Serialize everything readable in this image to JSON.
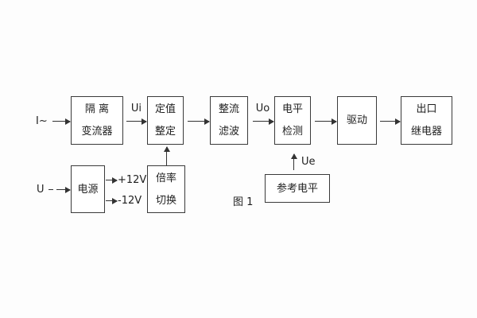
{
  "figure": {
    "caption": "图 1"
  },
  "blocks": {
    "isolation_transformer": {
      "line1": "隔 离",
      "line2": "变流器"
    },
    "setting_adjust": {
      "line1": "定值",
      "line2": "整定"
    },
    "rectifier_filter": {
      "line1": "整流",
      "line2": "滤波"
    },
    "level_detection": {
      "line1": "电平",
      "line2": "检测"
    },
    "drive": {
      "label": "驱动"
    },
    "output_relay": {
      "line1": "出口",
      "line2": "继电器"
    },
    "power_supply": {
      "label": "电源"
    },
    "ratio_switch": {
      "line1": "倍率",
      "line2": "切换"
    },
    "reference_level": {
      "label": "参考电平"
    }
  },
  "signals": {
    "input_current": "I~",
    "input_voltage": "U",
    "ui": "Ui",
    "uo": "Uo",
    "ue": "Ue",
    "plus_12v": "+12V",
    "minus_12v": "-12V"
  },
  "colors": {
    "line": "#333333",
    "text": "#1f1f1f",
    "background": "#fdfdfd",
    "block_background": "#ffffff"
  }
}
